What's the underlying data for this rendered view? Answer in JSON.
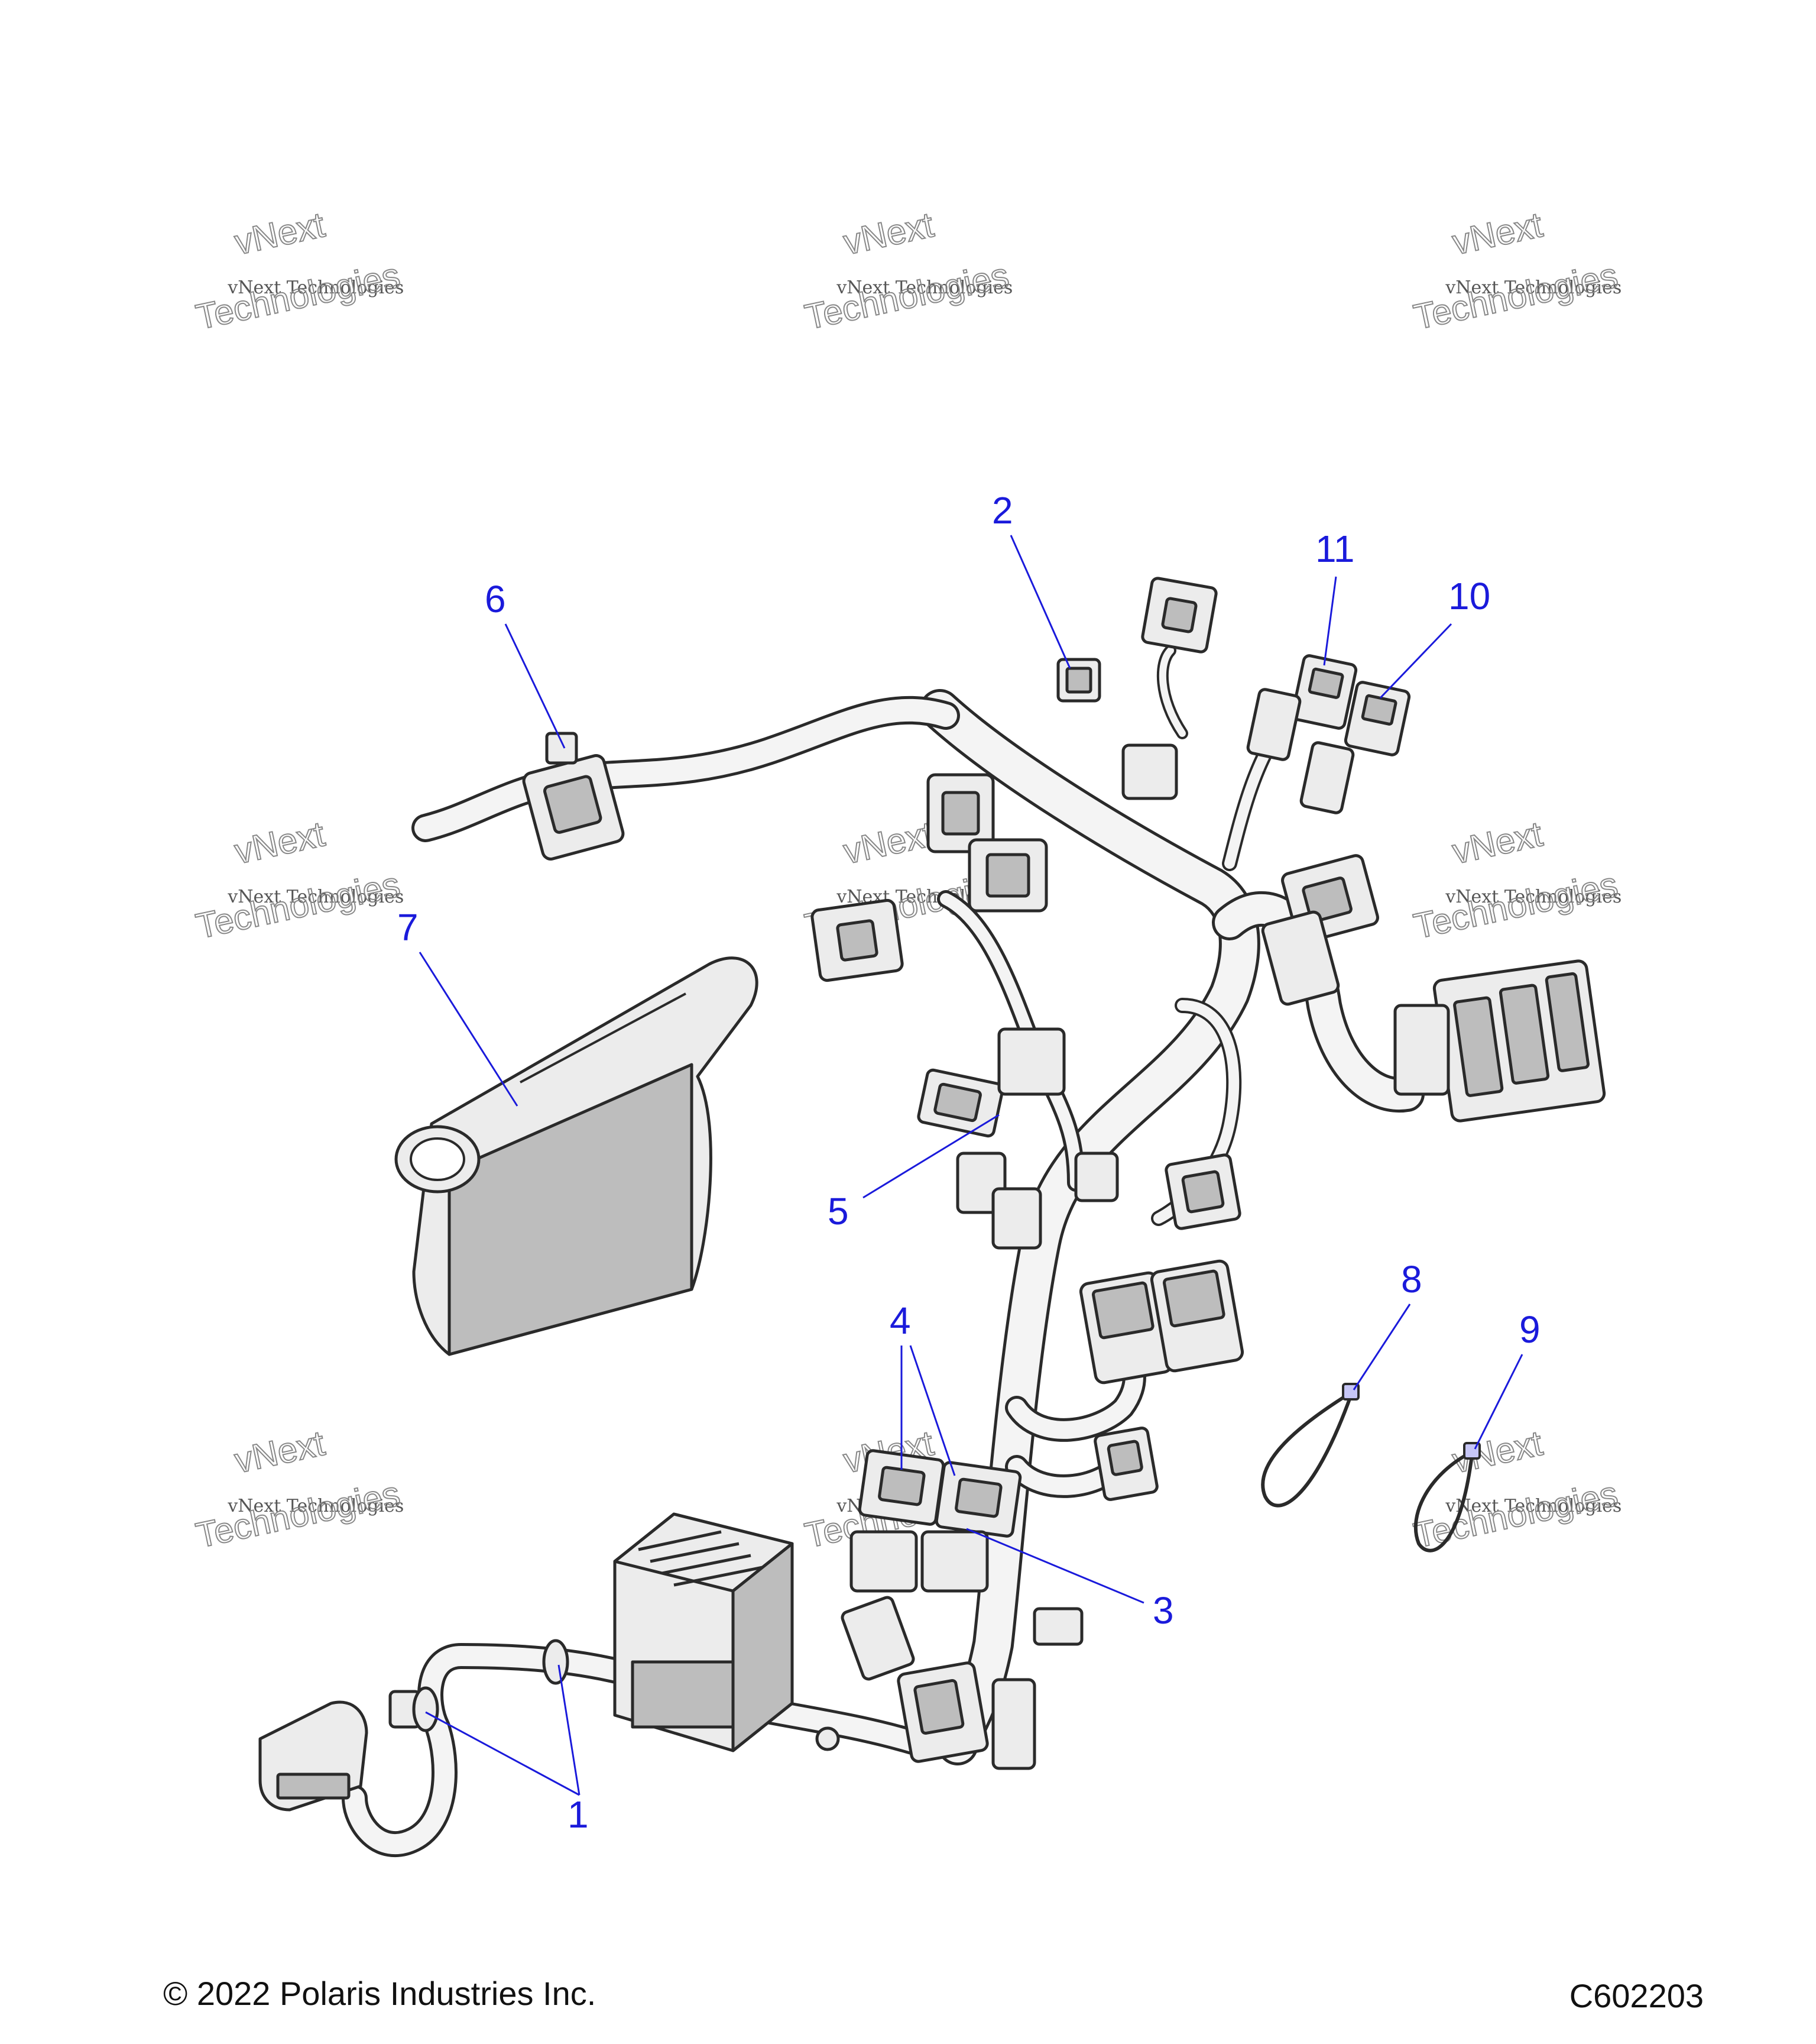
{
  "callouts": [
    {
      "label": "1"
    },
    {
      "label": "2"
    },
    {
      "label": "3"
    },
    {
      "label": "4"
    },
    {
      "label": "5"
    },
    {
      "label": "6"
    },
    {
      "label": "7"
    },
    {
      "label": "8"
    },
    {
      "label": "9"
    },
    {
      "label": "10"
    },
    {
      "label": "11"
    }
  ],
  "watermark": {
    "line1": "vNext",
    "line2": "vNext Technologies",
    "line3": "Technologies"
  },
  "footer": {
    "copyright": "© 2022 Polaris Industries Inc.",
    "figure_id": "C602203"
  },
  "colors": {
    "callout": "#1a1adb",
    "line": "#2a2a2a"
  }
}
